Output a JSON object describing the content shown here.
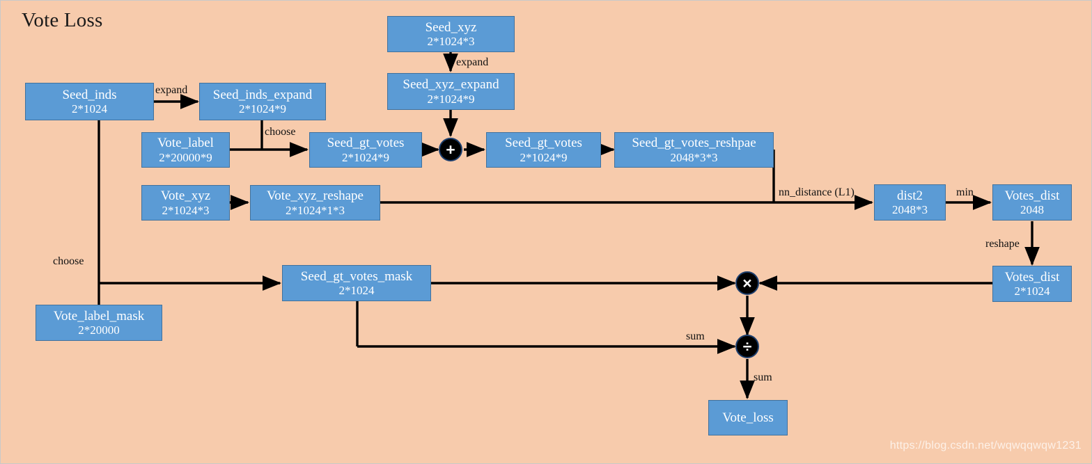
{
  "diagram": {
    "title": "Vote Loss",
    "watermark": "https://blog.csdn.net/wqwqqwqw1231",
    "background_color": "#f7cbac",
    "node_fill_color": "#5b9bd5",
    "node_border_color": "#41719c",
    "node_text_color": "#ffffff",
    "edge_color": "#000000"
  },
  "nodes": [
    {
      "id": "seed_inds",
      "label": "Seed_inds",
      "shape": "2*1024"
    },
    {
      "id": "seed_inds_expand",
      "label": "Seed_inds_expand",
      "shape": "2*1024*9"
    },
    {
      "id": "seed_xyz",
      "label": "Seed_xyz",
      "shape": "2*1024*3"
    },
    {
      "id": "seed_xyz_expand",
      "label": "Seed_xyz_expand",
      "shape": "2*1024*9"
    },
    {
      "id": "vote_label",
      "label": "Vote_label",
      "shape": "2*20000*9"
    },
    {
      "id": "seed_gt_votes_a",
      "label": "Seed_gt_votes",
      "shape": "2*1024*9"
    },
    {
      "id": "seed_gt_votes_b",
      "label": "Seed_gt_votes",
      "shape": "2*1024*9"
    },
    {
      "id": "seed_gt_votes_reshpae",
      "label": "Seed_gt_votes_reshpae",
      "shape": "2048*3*3"
    },
    {
      "id": "vote_xyz",
      "label": "Vote_xyz",
      "shape": "2*1024*3"
    },
    {
      "id": "vote_xyz_reshape",
      "label": "Vote_xyz_reshape",
      "shape": "2*1024*1*3"
    },
    {
      "id": "dist2",
      "label": "dist2",
      "shape": "2048*3"
    },
    {
      "id": "votes_dist_2048",
      "label": "Votes_dist",
      "shape": "2048"
    },
    {
      "id": "votes_dist_2x1024",
      "label": "Votes_dist",
      "shape": "2*1024"
    },
    {
      "id": "vote_label_mask",
      "label": "Vote_label_mask",
      "shape": "2*20000"
    },
    {
      "id": "seed_gt_votes_mask",
      "label": "Seed_gt_votes_mask",
      "shape": "2*1024"
    },
    {
      "id": "vote_loss",
      "label": "Vote_loss",
      "shape": ""
    }
  ],
  "operators": [
    {
      "id": "op_plus",
      "symbol": "+",
      "name": "add-operator"
    },
    {
      "id": "op_times",
      "symbol": "×",
      "name": "multiply-operator"
    },
    {
      "id": "op_divide",
      "symbol": "÷",
      "name": "divide-operator"
    }
  ],
  "edge_labels": [
    {
      "id": "lbl_expand_inds",
      "text": "expand"
    },
    {
      "id": "lbl_expand_xyz",
      "text": "expand"
    },
    {
      "id": "lbl_choose_top",
      "text": "choose"
    },
    {
      "id": "lbl_choose_left",
      "text": "choose"
    },
    {
      "id": "lbl_nn_distance",
      "text": "nn_distance (L1)"
    },
    {
      "id": "lbl_min",
      "text": "min"
    },
    {
      "id": "lbl_reshape",
      "text": "reshape"
    },
    {
      "id": "lbl_sum_mid",
      "text": "sum"
    },
    {
      "id": "lbl_sum_bottom",
      "text": "sum"
    }
  ]
}
